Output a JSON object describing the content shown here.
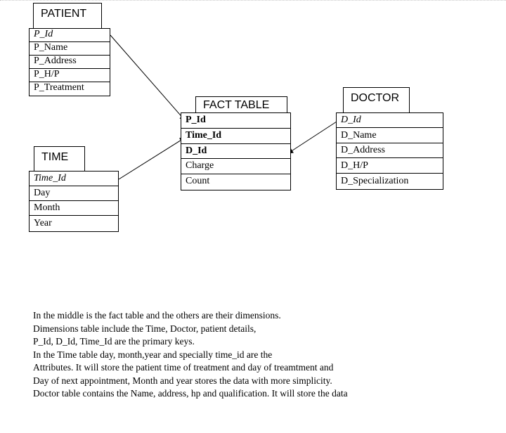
{
  "patient": {
    "title": "PATIENT",
    "fields": [
      "P_Id",
      "P_Name",
      "P_Address",
      "P_H/P",
      "P_Treatment"
    ]
  },
  "fact": {
    "title": "FACT TABLE",
    "fields": [
      "P_Id",
      "Time_Id",
      "D_Id",
      "Charge",
      "Count"
    ]
  },
  "doctor": {
    "title": "DOCTOR",
    "fields": [
      "D_Id",
      "D_Name",
      "D_Address",
      "D_H/P",
      "D_Specialization"
    ]
  },
  "time": {
    "title": "TIME",
    "fields": [
      "Time_Id",
      "Day",
      "Month",
      "Year"
    ]
  },
  "description": [
    "In the middle is the fact table and the others are their dimensions.",
    "Dimensions table include the Time, Doctor, patient details,",
    "P_Id, D_Id, Time_Id are the primary keys.",
    "In the Time table day, month,year and specially time_id are the",
    "Attributes. It will store the patient time of treatment and day of treamtment and",
    "Day of next appointment, Month and year stores the data with more simplicity.",
    "Doctor table contains the Name, address, hp and qualification. It will store the data"
  ]
}
